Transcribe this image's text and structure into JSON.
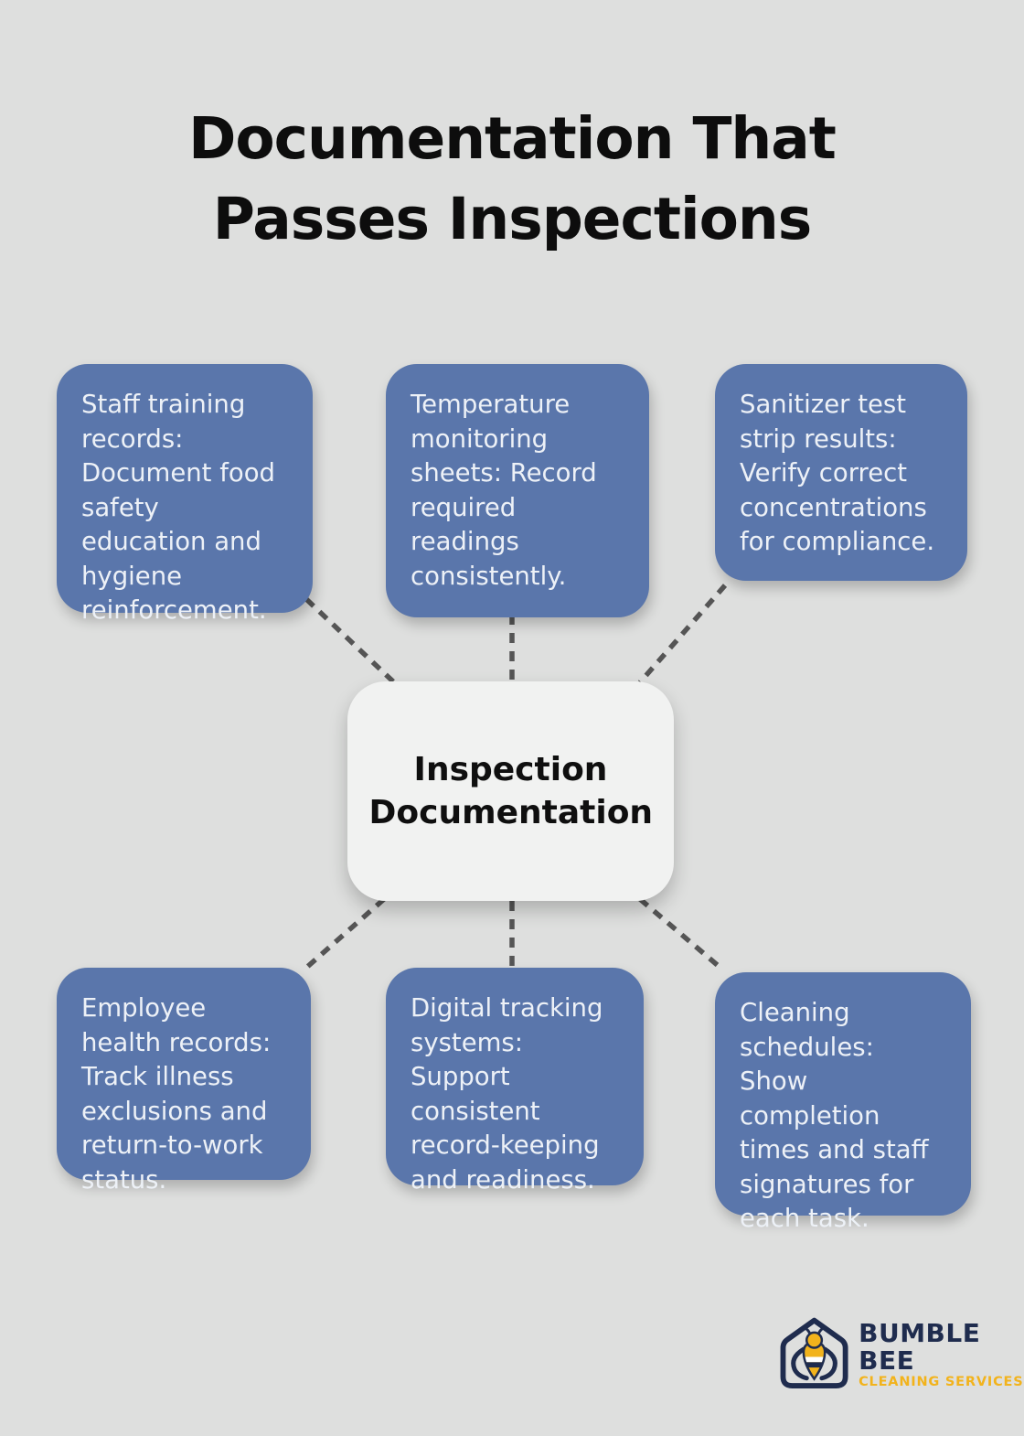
{
  "title": "Documentation That Passes Inspections",
  "center": {
    "label": "Inspection Documentation"
  },
  "nodes": [
    {
      "id": "staff-training-records",
      "text": "Staff training records: Document food safety education and hygiene reinforcement."
    },
    {
      "id": "temperature-monitoring",
      "text": "Temperature monitoring sheets: Record required readings consistently."
    },
    {
      "id": "sanitizer-test-strips",
      "text": "Sanitizer test strip results: Verify correct concentrations for compliance."
    },
    {
      "id": "employee-health-records",
      "text": "Employee health records: Track illness exclusions and return-to-work status."
    },
    {
      "id": "digital-tracking-systems",
      "text": "Digital tracking systems: Support consistent record-keeping and readiness."
    },
    {
      "id": "cleaning-schedules",
      "text": "Cleaning schedules: Show completion times and staff signatures for each task."
    }
  ],
  "logo": {
    "name": "BUMBLE BEE",
    "tagline": "CLEANING SERVICES"
  },
  "colors": {
    "background": "#dedfde",
    "node_fill": "#5a76ab",
    "node_text": "#edf1f7",
    "center_fill": "#f1f2f1",
    "center_text": "#0f0f0f",
    "title_text": "#0d0d0d",
    "connector": "#555555",
    "logo_navy": "#1f2c4e",
    "logo_yellow": "#f2b31c"
  }
}
